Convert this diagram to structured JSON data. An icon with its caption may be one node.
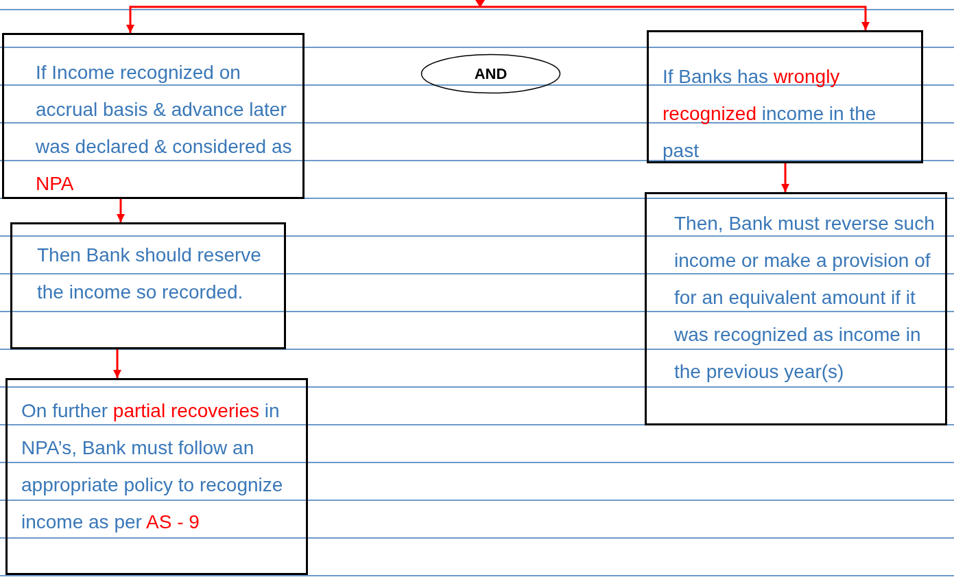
{
  "diagram": {
    "nodes": [
      {
        "text": [
          "If Income recognized on accrual basis & advance later was declared & considered as **NPA**"
        ]
      },
      {
        "text": [
          "Then Bank should reserve the income so recorded."
        ]
      },
      {
        "text": [
          "On further **partial recoveries** in NPA’s, Bank must follow an appropriate policy to recognize income as per **AS - 9**"
        ]
      },
      {
        "text": [
          "AND"
        ]
      },
      {
        "text": [
          "If Banks has **wrongly recognized** income in the past"
        ]
      },
      {
        "text": [
          "Then, Bank must reverse such income or make a provision of for an equivalent amount if it was recognized as income in the previous year(s)"
        ]
      }
    ],
    "edges": [
      {
        "from": null,
        "to": 0,
        "arrow": "to"
      },
      {
        "from": null,
        "to": 4,
        "arrow": "to"
      },
      {
        "from": 0,
        "to": 1,
        "arrow": "to"
      },
      {
        "from": 1,
        "to": 2,
        "arrow": "to"
      },
      {
        "from": 4,
        "to": 5,
        "arrow": "to"
      }
    ]
  }
}
